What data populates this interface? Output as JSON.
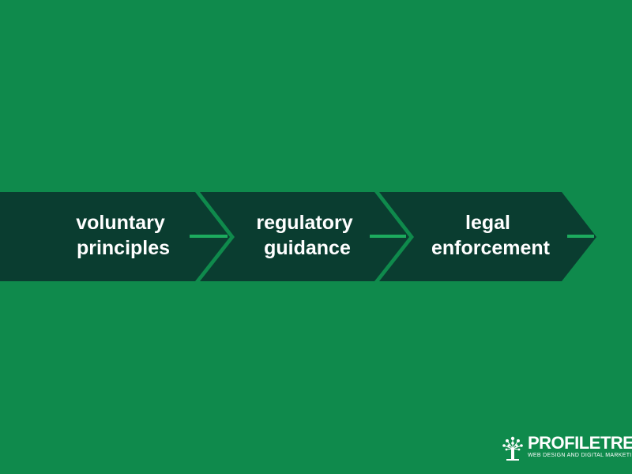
{
  "colors": {
    "background": "#0f8a4c",
    "chevron_fill": "#0a3d30",
    "connector": "#1cab5e",
    "text": "#ffffff"
  },
  "stages": [
    {
      "line1": "voluntary",
      "line2": "principles"
    },
    {
      "line1": "regulatory",
      "line2": "guidance"
    },
    {
      "line1": "legal",
      "line2": "enforcement"
    }
  ],
  "brand": {
    "name_part1": "PROFILE",
    "name_part2": "TREE",
    "tagline": "WEB DESIGN AND DIGITAL MARKETING",
    "icon": "tree-icon"
  }
}
